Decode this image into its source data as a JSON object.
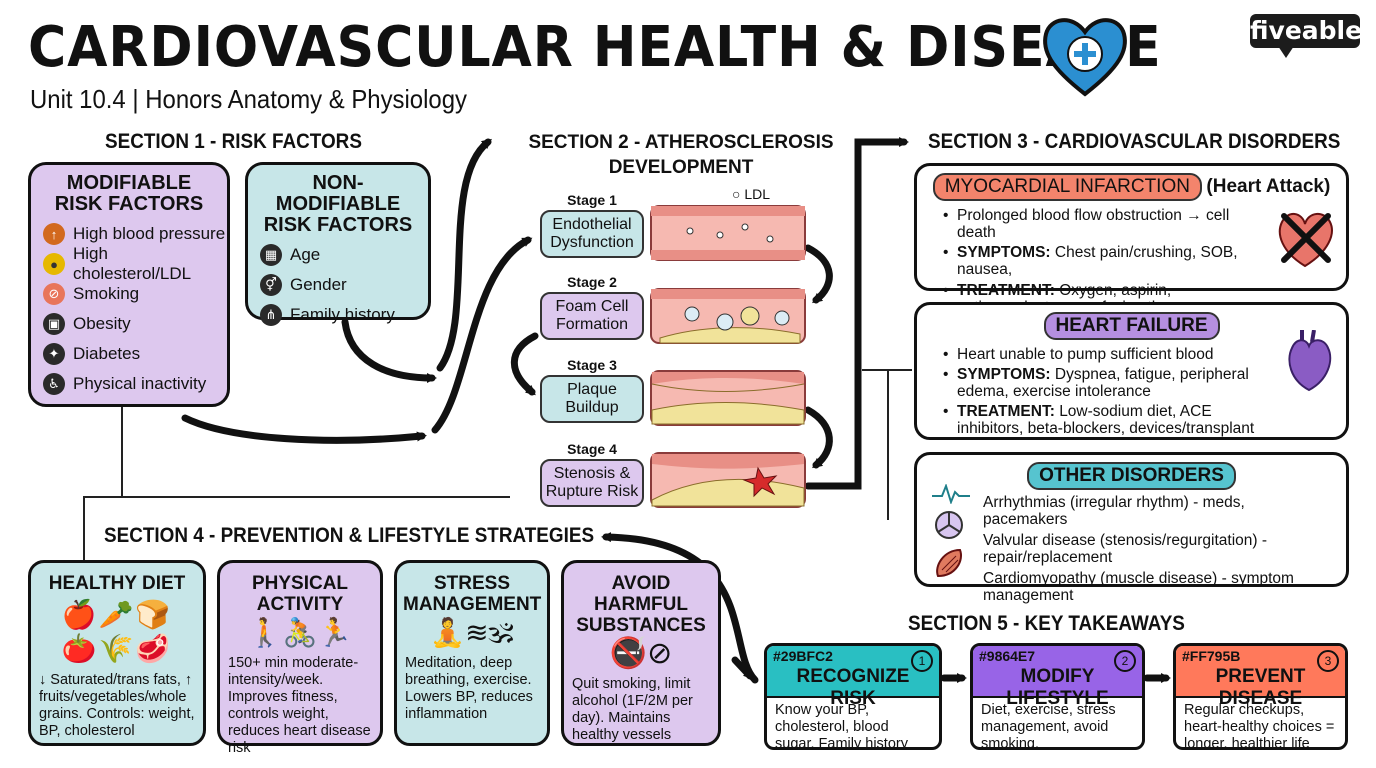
{
  "header": {
    "title": "CARDIOVASCULAR HEALTH & DISEASE",
    "subtitle": "Unit 10.4 | Honors Anatomy & Physiology",
    "logo": "fiveable"
  },
  "section1": {
    "heading": "SECTION 1 - RISK FACTORS",
    "modifiable": {
      "title": "MODIFIABLE RISK FACTORS",
      "items": [
        "High blood pressure",
        "High cholesterol/LDL",
        "Smoking",
        "Obesity",
        "Diabetes",
        "Physical inactivity"
      ]
    },
    "non_modifiable": {
      "title": "NON-MODIFIABLE RISK FACTORS",
      "items": [
        "Age",
        "Gender",
        "Family history"
      ]
    }
  },
  "section2": {
    "heading": "SECTION 2 - ATHEROSCLEROSIS DEVELOPMENT",
    "ldl_label": "LDL",
    "stages": [
      {
        "stage": "Stage 1",
        "label": "Endothelial Dysfunction"
      },
      {
        "stage": "Stage 2",
        "label": "Foam Cell Formation"
      },
      {
        "stage": "Stage 3",
        "label": "Plaque Buildup"
      },
      {
        "stage": "Stage 4",
        "label": "Stenosis & Rupture Risk"
      }
    ]
  },
  "section3": {
    "heading": "SECTION 3 - CARDIOVASCULAR DISORDERS",
    "mi": {
      "title": "MYOCARDIAL INFARCTION",
      "subtitle": "(Heart Attack)",
      "line1": "Prolonged blood flow obstruction → cell death",
      "sym_label": "SYMPTOMS:",
      "sym": "Chest pain/crushing, SOB, nausea,",
      "tx_label": "TREATMENT:",
      "tx": "Oxygen, aspirin, anticoagulants, reperfusion therapy"
    },
    "hf": {
      "title": "HEART FAILURE",
      "line1": "Heart unable to pump sufficient blood",
      "sym_label": "SYMPTOMS:",
      "sym": "Dyspnea, fatigue, peripheral edema, exercise intolerance",
      "tx_label": "TREATMENT:",
      "tx": "Low-sodium diet, ACE inhibitors, beta-blockers, devices/transplant"
    },
    "other": {
      "title": "OTHER DISORDERS",
      "items": [
        "Arrhythmias (irregular rhythm) - meds, pacemakers",
        "Valvular disease (stenosis/regurgitation) - repair/replacement",
        "Cardiomyopathy (muscle disease) - symptom management"
      ]
    }
  },
  "section4": {
    "heading": "SECTION 4 - PREVENTION & LIFESTYLE STRATEGIES",
    "cards": [
      {
        "title": "HEALTHY DIET",
        "text": "↓ Saturated/trans fats, ↑ fruits/vegetables/whole grains. Controls: weight, BP, cholesterol"
      },
      {
        "title": "PHYSICAL ACTIVITY",
        "text": "150+ min moderate-intensity/week. Improves fitness, controls weight, reduces heart disease risk"
      },
      {
        "title": "STRESS MANAGEMENT",
        "text": "Meditation, deep breathing, exercise. Lowers BP, reduces inflammation"
      },
      {
        "title": "AVOID HARMFUL SUBSTANCES",
        "text": "Quit smoking, limit alcohol (1F/2M per day). Maintains healthy vessels"
      }
    ]
  },
  "section5": {
    "heading": "SECTION 5 - KEY TAKEAWAYS",
    "items": [
      {
        "code": "#29BFC2",
        "num": "1",
        "title": "RECOGNIZE RISK",
        "text": "Know your BP, cholesterol, blood sugar. Family history matters.",
        "color": "#29BFC2"
      },
      {
        "code": "#9864E7",
        "num": "2",
        "title": "MODIFY LIFESTYLE",
        "text": "Diet, exercise, stress management, avoid smoking.",
        "color": "#9864E7"
      },
      {
        "code": "#FF795B",
        "num": "3",
        "title": "PREVENT DISEASE",
        "text": "Regular checkups, heart-healthy choices = longer, healthier life",
        "color": "#FF795B"
      }
    ]
  },
  "colors": {
    "purple_box": "#ddc8ee",
    "teal_box": "#c7e6e8",
    "mi_pill": "#f3846c",
    "hf_pill": "#b58fe0",
    "other_pill": "#56c4cf",
    "heart_icon": "#2b8fd1"
  }
}
